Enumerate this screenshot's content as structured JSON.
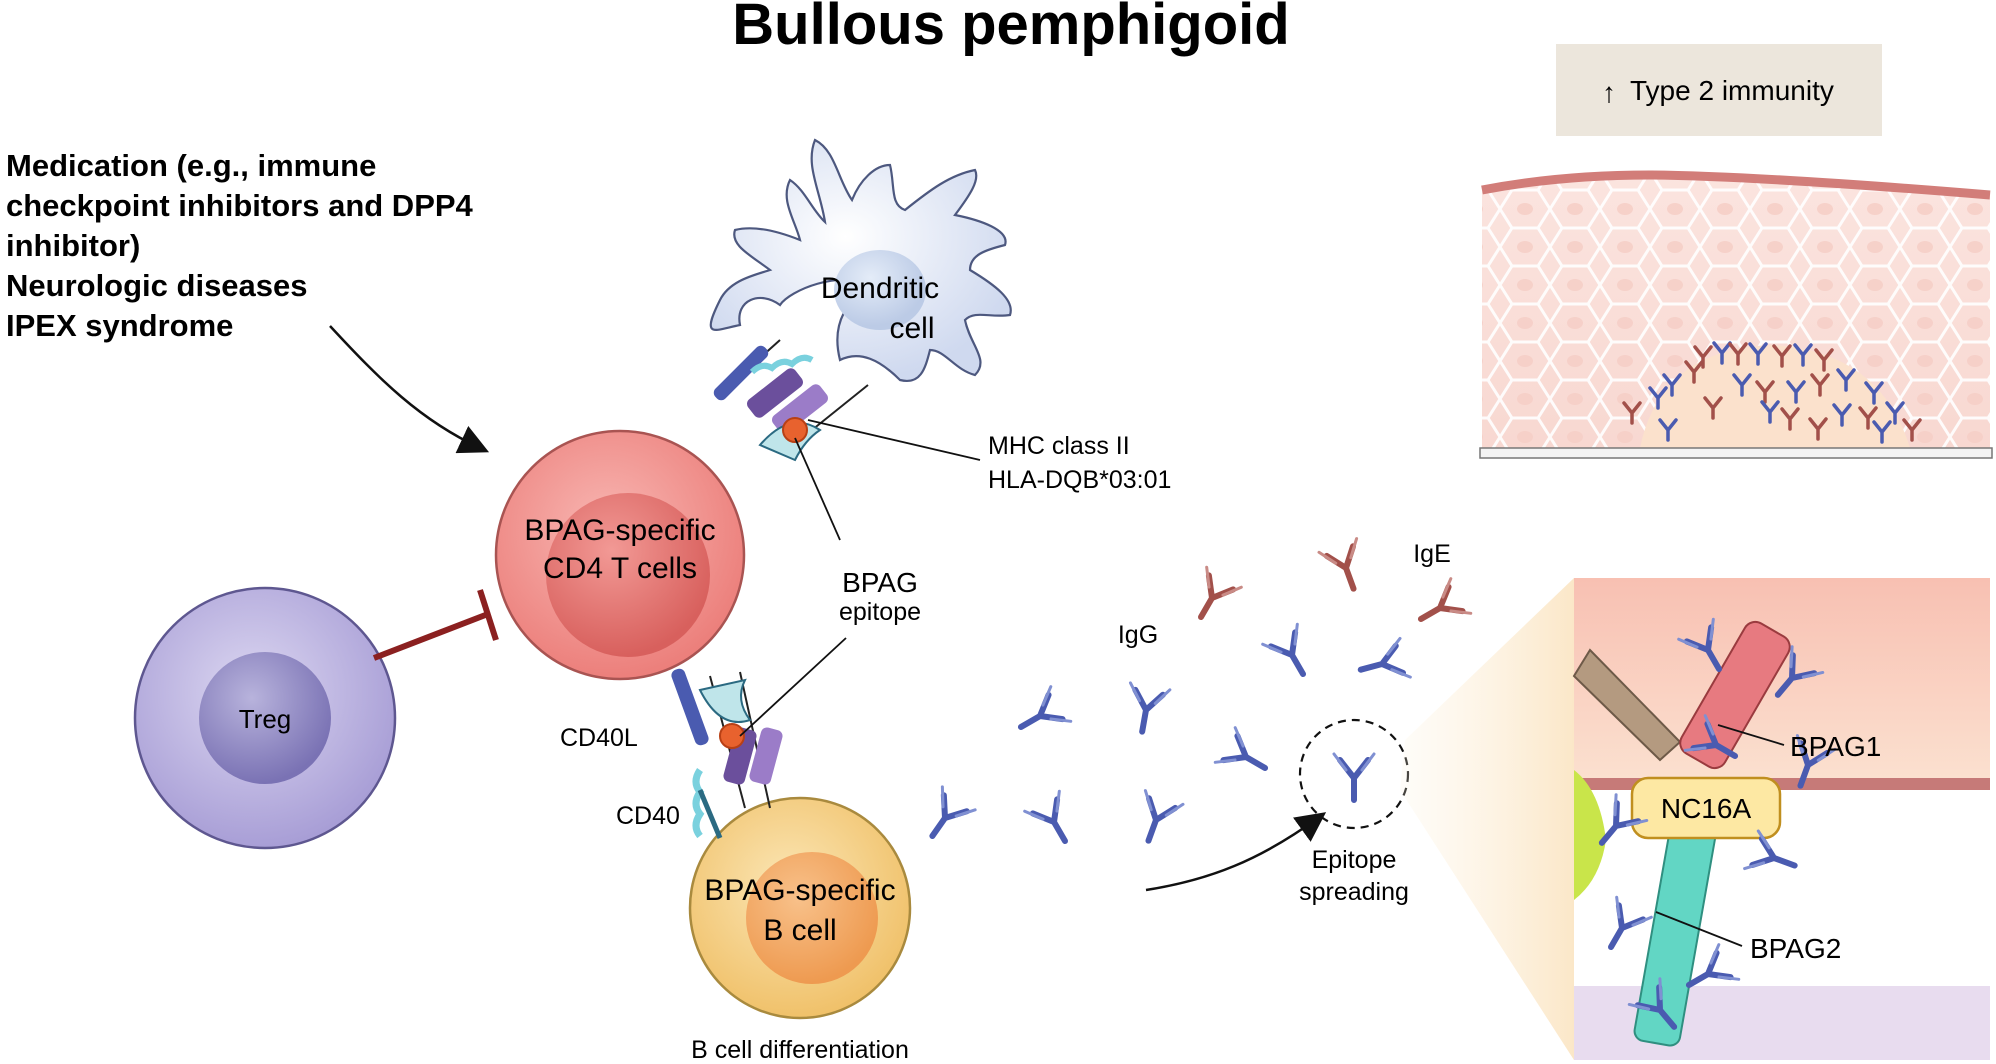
{
  "title": "Bullous pemphigoid",
  "triggers": [
    "Medication (e.g., immune",
    "checkpoint inhibitors and DPP4",
    "inhibitor)",
    "Neurologic diseases",
    "IPEX syndrome"
  ],
  "type2_box": {
    "arrow": "↑",
    "label": "Type 2 immunity"
  },
  "cells": {
    "dendritic": [
      "Dendritic",
      "cell"
    ],
    "cd4": [
      "BPAG-specific",
      "CD4 T cells"
    ],
    "treg": "Treg",
    "bcell": [
      "BPAG-specific",
      "B cell"
    ]
  },
  "labels": {
    "mhc": [
      "MHC class II",
      "HLA-DQB*03:01"
    ],
    "bpag_epitope": [
      "BPAG",
      "epitope"
    ],
    "cd40l": "CD40L",
    "cd40": "CD40",
    "b_diff": "B cell differentiation",
    "igg": "IgG",
    "ige": "IgE",
    "epitope_spreading": [
      "Epitope",
      "spreading"
    ],
    "bpag1": "BPAG1",
    "nc16a": "NC16A",
    "bpag2": "BPAG2"
  },
  "colors": {
    "igg_antibody": "#4a5bb0",
    "ige_antibody": "#a2504a",
    "treg_inhibition": "#8b2020",
    "cd4_cell": "#ee8b88",
    "bcell": "#f3cf86",
    "treg_cell": "#b3aadb",
    "dendritic": "#dde4f4",
    "type2_box": "#ece6dc"
  },
  "icons": [
    "antibody-icon",
    "inhibition-arrow-icon",
    "trigger-arrow-icon",
    "spreading-arrow-icon"
  ]
}
